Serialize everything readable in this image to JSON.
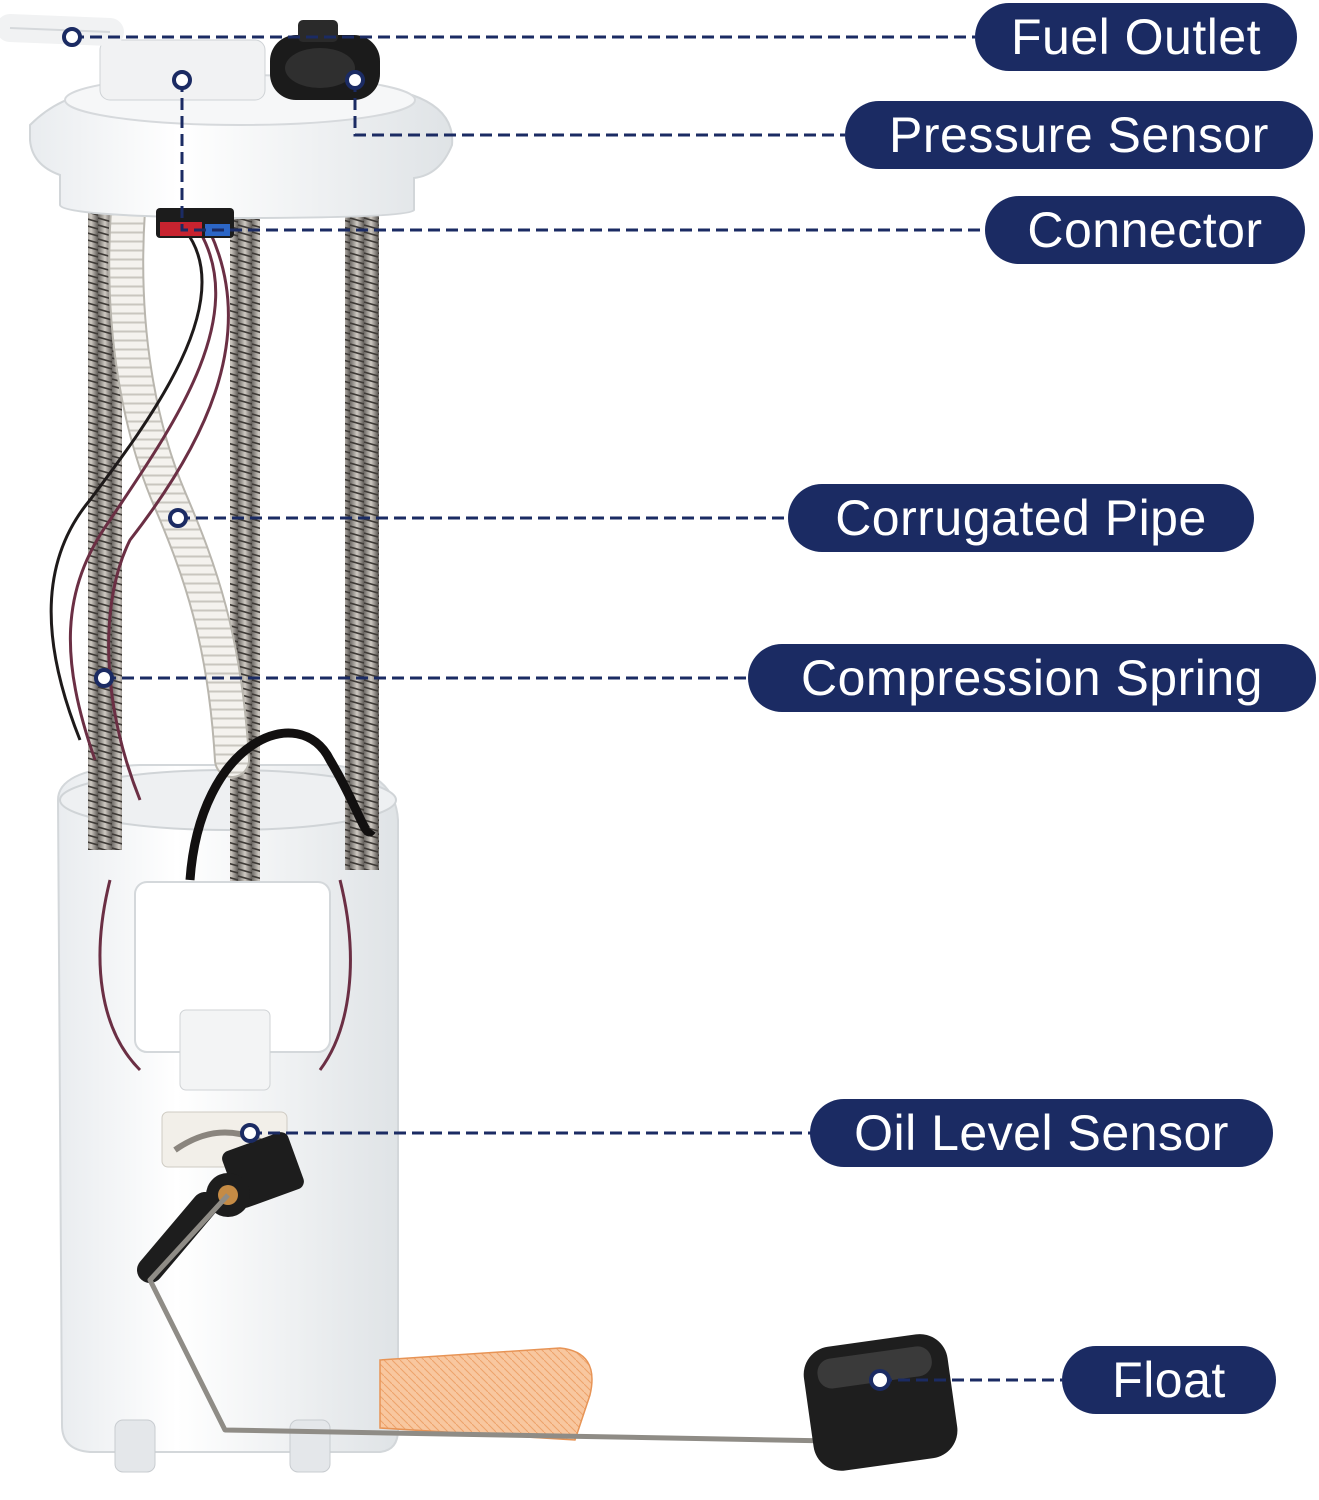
{
  "theme": {
    "pill_color": "#1b2b63",
    "leader_color": "#1b2b63",
    "dot_fill": "#ffffff"
  },
  "product_image": {
    "subject": "fuel-pump-module-assembly",
    "parts_shown": [
      "mounting-flange",
      "steel-guide-rods",
      "compression-springs",
      "corrugated-fuel-pipe",
      "wiring-harness",
      "fuel-reservoir-bucket",
      "orange-filter-sock",
      "float-arm",
      "float"
    ]
  },
  "labels": {
    "fuel_outlet": "Fuel Outlet",
    "pressure_sensor": "Pressure Sensor",
    "connector": "Connector",
    "corrugated_pipe": "Corrugated Pipe",
    "compression_spring": "Compression Spring",
    "oil_level_sensor": "Oil Level Sensor",
    "float": "Float"
  }
}
